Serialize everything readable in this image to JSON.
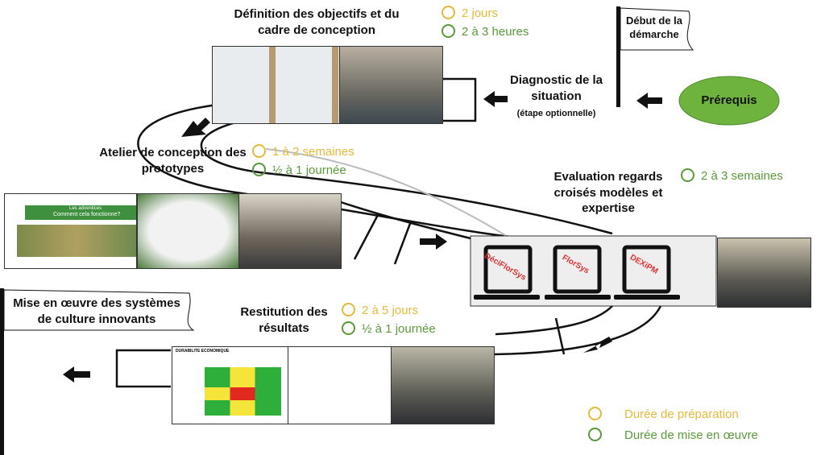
{
  "steps": {
    "definition": {
      "title": "Définition des objectifs et du cadre de conception",
      "prep": "2 jours",
      "impl": "2 à 3 heures"
    },
    "diagnostic": {
      "title": "Diagnostic de la situation",
      "note": "(étape optionnelle)"
    },
    "debut": {
      "title": "Début de la démarche"
    },
    "prerequis": {
      "label": "Prérequis"
    },
    "atelier": {
      "title": "Atelier de conception des prototypes",
      "prep": "1 à 2 semaines",
      "impl": "½ à 1 journée"
    },
    "evaluation": {
      "title": "Evaluation regards croisés modèles et expertise",
      "impl": "2 à 3 semaines",
      "tools": [
        "DéciFlorSys",
        "FlorSys",
        "DEXiPM"
      ]
    },
    "restitution": {
      "title": "Restitution des résultats",
      "prep": "2 à 5 jours",
      "impl": "½ à 1 journée"
    },
    "miseenoeuvre": {
      "title": "Mise en œuvre des systèmes de culture innovants"
    }
  },
  "slides": {
    "adventices_1": "Les adventices",
    "adventices_2": "Comment cela fonctionne?",
    "durabilite": "DURABILITE ECONOMIQUE"
  },
  "legend": {
    "prep": "Durée de préparation",
    "impl": "Durée de mise en œuvre"
  },
  "colors": {
    "prep": "#e5b93a",
    "impl": "#5a9a3a",
    "prerequis": "#6fb33f"
  }
}
